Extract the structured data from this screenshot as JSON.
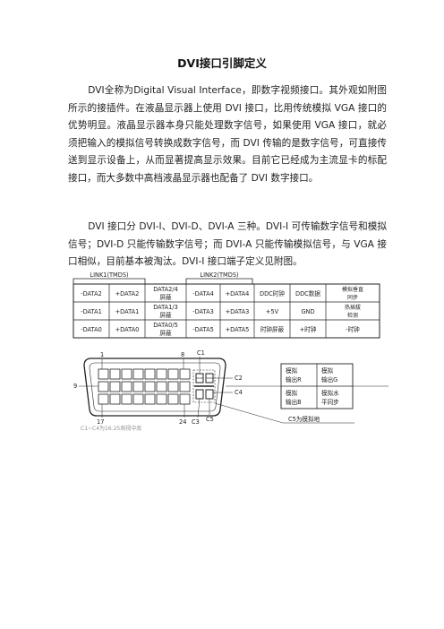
{
  "title": "DVI接口引脚定义",
  "paragraphs": [
    "DVI全称为Digital Visual Interface，即数字视频接口。其外观如附图所示的接插件。在液晶显示器上使用 DVI 接口，比用传统模拟 VGA 接口的优势明显。液晶显示器本身只能处理数字信号，如果使用 VGA 接口，就必须把输入的模拟信号转换成数字信号，而 DVI 传输的是数字信号，可直接传送到显示设备上，从而显著提高显示效果。目前它已经成为主流显卡的标配接口，而大多数中高档液晶显示器也配备了 DVI 数字接口。",
    "DVI 接口分 DVI-I、DVI-D、DVI-A 三种。DVI-I 可传输数字信号和模拟信号；DVI-D 只能传输数字信号；而 DVI-A 只能传输模拟信号，与 VGA 接口相似，目前基本被淘汰。DVI-I 接口端子定义见附图。"
  ],
  "pinout": {
    "link1_label": "LINK1(TMDS)",
    "link2_label": "LINK2(TMDS)",
    "rows": [
      [
        "-DATA2",
        "+DATA2",
        "DATA2/4",
        "-DATA4",
        "+DATA4",
        "DDC时钟",
        "DDC数据",
        "模拟垂直"
      ],
      [
        "-DATA1",
        "+DATA1",
        "DATA1/3",
        "-DATA3",
        "+DATA3",
        "+5V",
        "GND",
        "热插拔"
      ],
      [
        "-DATA0",
        "+DATA0",
        "DATA0/5",
        "-DATA5",
        "+DATA5",
        "时钟屏蔽",
        "+时钟",
        "-时钟"
      ]
    ],
    "shield_suffix": "屏蔽",
    "col8_second_lines": [
      "同步",
      "检测"
    ],
    "pin_labels": {
      "p1": "1",
      "p8": "8",
      "p9": "9",
      "p17": "17",
      "p24": "24",
      "c1": "C1",
      "c2": "C2",
      "c3": "C3",
      "c4": "C4",
      "c5": "C5"
    },
    "analog_box": [
      [
        "模拟",
        "输出R"
      ],
      [
        "模拟",
        "输出G"
      ],
      [
        "模拟",
        "输出B"
      ],
      [
        "模拟水",
        "平同步"
      ]
    ],
    "c5_note": "C5为模拟地",
    "bottom_cut": "C1~C4为16.25周视中底"
  }
}
